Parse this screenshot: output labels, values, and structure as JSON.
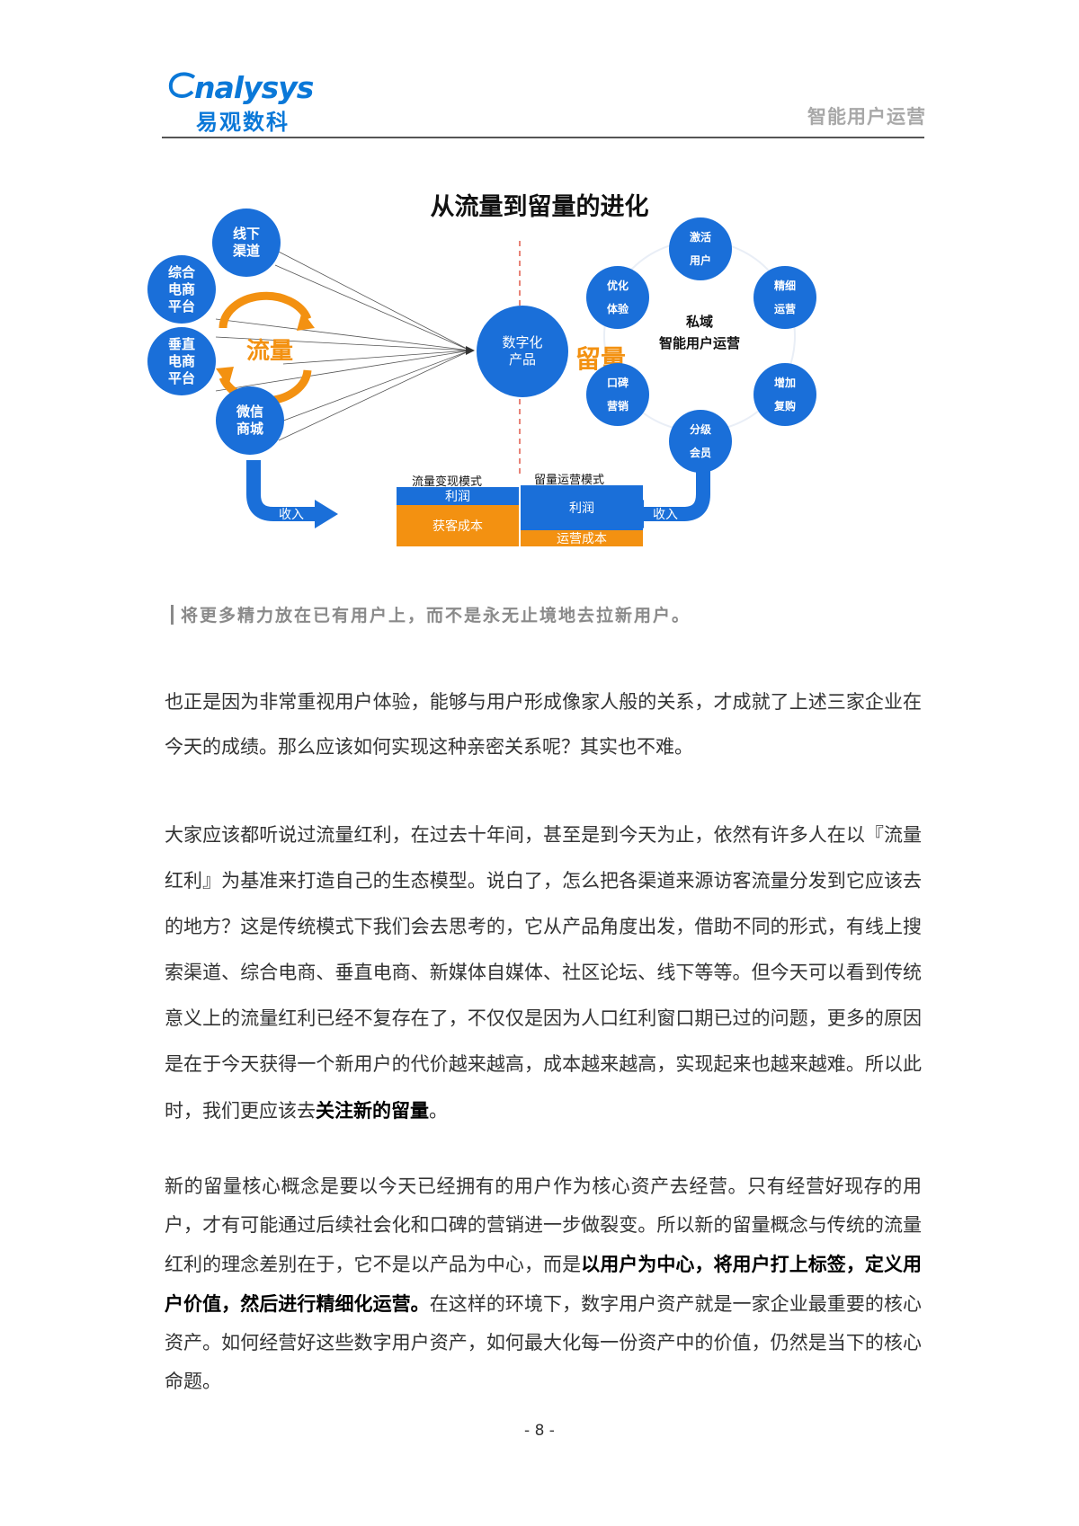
{
  "header": {
    "logo_en": "nalysys",
    "logo_cn": "易观数科",
    "section_title": "智能用户运营"
  },
  "diagram": {
    "title": "从流量到留量的进化",
    "channels": [
      "线下\n渠道",
      "综合\n电商\n平台",
      "垂直\n电商\n平台",
      "微信\n商城"
    ],
    "traffic_label": "流量",
    "center": "数字化\n产品",
    "retention_label": "留量",
    "ring_center": "私域\n智能用户运营",
    "ring_items": [
      "激活\n用户",
      "精细\n运营",
      "增加\n复购",
      "分级\n会员",
      "口碑\n营销",
      "优化\n体验"
    ],
    "left_mode": {
      "title": "流量变现模式",
      "profit": "利润",
      "cost": "获客成本"
    },
    "right_mode": {
      "title": "留量运营模式",
      "profit": "利润",
      "cost": "运营成本"
    },
    "income_left": "收入",
    "income_right": "收入",
    "colors": {
      "blue": "#1a6fd9",
      "orange": "#f39111"
    }
  },
  "quote": "将更多精力放在已有用户上，而不是永无止境地去拉新用户。",
  "paragraphs": {
    "p1": "也正是因为非常重视用户体验，能够与用户形成像家人般的关系，才成就了上述三家企业在今天的成绩。那么应该如何实现这种亲密关系呢？其实也不难。",
    "p2_a": "大家应该都听说过流量红利，在过去十年间，甚至是到今天为止，依然有许多人在以『流量红利』为基准来打造自己的生态模型。说白了，怎么把各渠道来源访客流量分发到它应该去的地方？这是传统模式下我们会去思考的，它从产品角度出发，借助不同的形式，有线上搜索渠道、综合电商、垂直电商、新媒体自媒体、社区论坛、线下等等。但今天可以看到传统意义上的流量红利已经不复存在了，不仅仅是因为人口红利窗口期已过的问题，更多的原因是在于今天获得一个新用户的代价越来越高，成本越来越高，实现起来也越来越难。所以此时，我们更应该去",
    "p2_bold": "关注新的留量",
    "p2_end": "。",
    "p3_a": "新的留量核心概念是要以今天已经拥有的用户作为核心资产去经营。只有经营好现存的用户，才有可能通过后续社会化和口碑的营销进一步做裂变。所以新的留量概念与传统的流量红利的理念差别在于，它不是以产品为中心，而是",
    "p3_bold": "以用户为中心，将用户打上标签，定义用户价值，然后进行精细化运营。",
    "p3_b": "在这样的环境下，数字用户资产就是一家企业最重要的核心资产。如何经营好这些数字用户资产，如何最大化每一份资产中的价值，仍然是当下的核心命题。"
  },
  "page_number": "- 8 -"
}
